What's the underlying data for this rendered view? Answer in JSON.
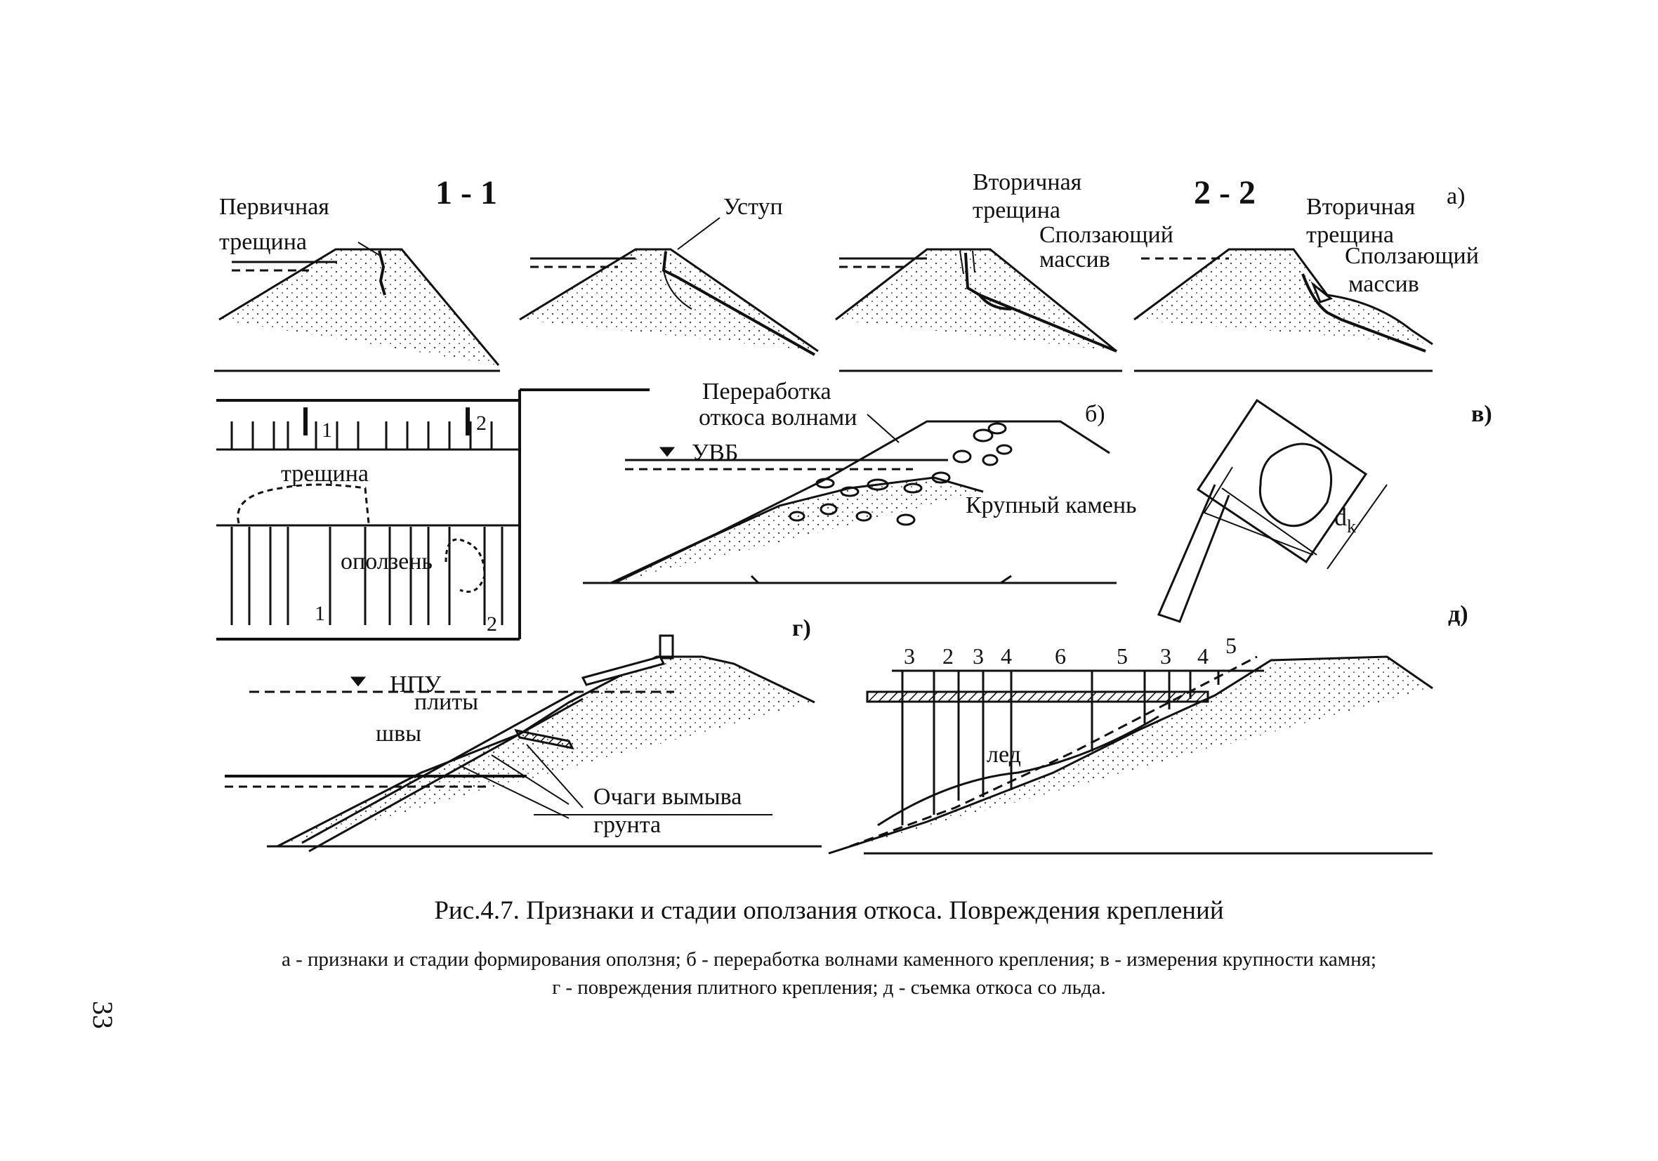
{
  "figure": {
    "section_1": "1 - 1",
    "section_2": "2 - 2",
    "panel_a": "а)",
    "panel_b": "б)",
    "panel_v": "в)",
    "panel_g": "г)",
    "panel_d": "д)",
    "a": {
      "primary_crack_1": "Первичная",
      "primary_crack_2": "трещина",
      "step": "Уступ",
      "secondary_crack_1": "Вторичная",
      "secondary_crack_2": "трещина",
      "sliding_mass_1": "Сползающий",
      "sliding_mass_2": "массив",
      "secondary_crack_b1": "Вторичная",
      "secondary_crack_b2": "трещина",
      "sliding_mass_b1": "Сползающий",
      "sliding_mass_b2": "массив"
    },
    "plan": {
      "mark_1": "1",
      "mark_2": "2",
      "crack": "трещина",
      "landslide": "оползень",
      "mark_1b": "1",
      "mark_2b": "2"
    },
    "b": {
      "reworking_1": "Переработка",
      "reworking_2": "откоса волнами",
      "level": "УВБ",
      "stone": "Крупный камень"
    },
    "v": {
      "dk": "d",
      "dk_sub": "k"
    },
    "g": {
      "level": "НПУ",
      "plates": "плиты",
      "joints": "швы",
      "washout_1": "Очаги вымыва",
      "washout_2": "грунта"
    },
    "d": {
      "numbers": [
        "3",
        "2",
        "3",
        "4",
        "6",
        "5",
        "3",
        "4",
        "5"
      ],
      "ice": "лед"
    }
  },
  "caption": {
    "title": "Рис.4.7. Признаки и стадии оползания откоса. Повреждения креплений",
    "line1": "а -  признаки и стадии формирования оползня; б - переработка волнами каменного крепления; в - измерения крупности камня;",
    "line2": "г - повреждения плитного крепления; д - съемка откоса со льда."
  },
  "page_number": "33"
}
